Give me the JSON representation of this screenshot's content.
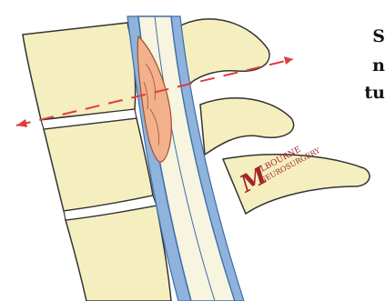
{
  "caption": {
    "line1": "S",
    "line2": "n",
    "line3": "tu"
  },
  "watermark": {
    "initial": "M",
    "word1": "ELBOURNE",
    "word2": "NEUROSURGERY",
    "color": "#a32428"
  },
  "colors": {
    "bone": "#f5efc0",
    "bone_outline": "#333333",
    "canal": "#f7f4df",
    "ligament_blue": "#8fb3dc",
    "ligament_dark": "#3c6fa8",
    "tumor": "#f2b08c",
    "arrow": "#e03c3c"
  }
}
